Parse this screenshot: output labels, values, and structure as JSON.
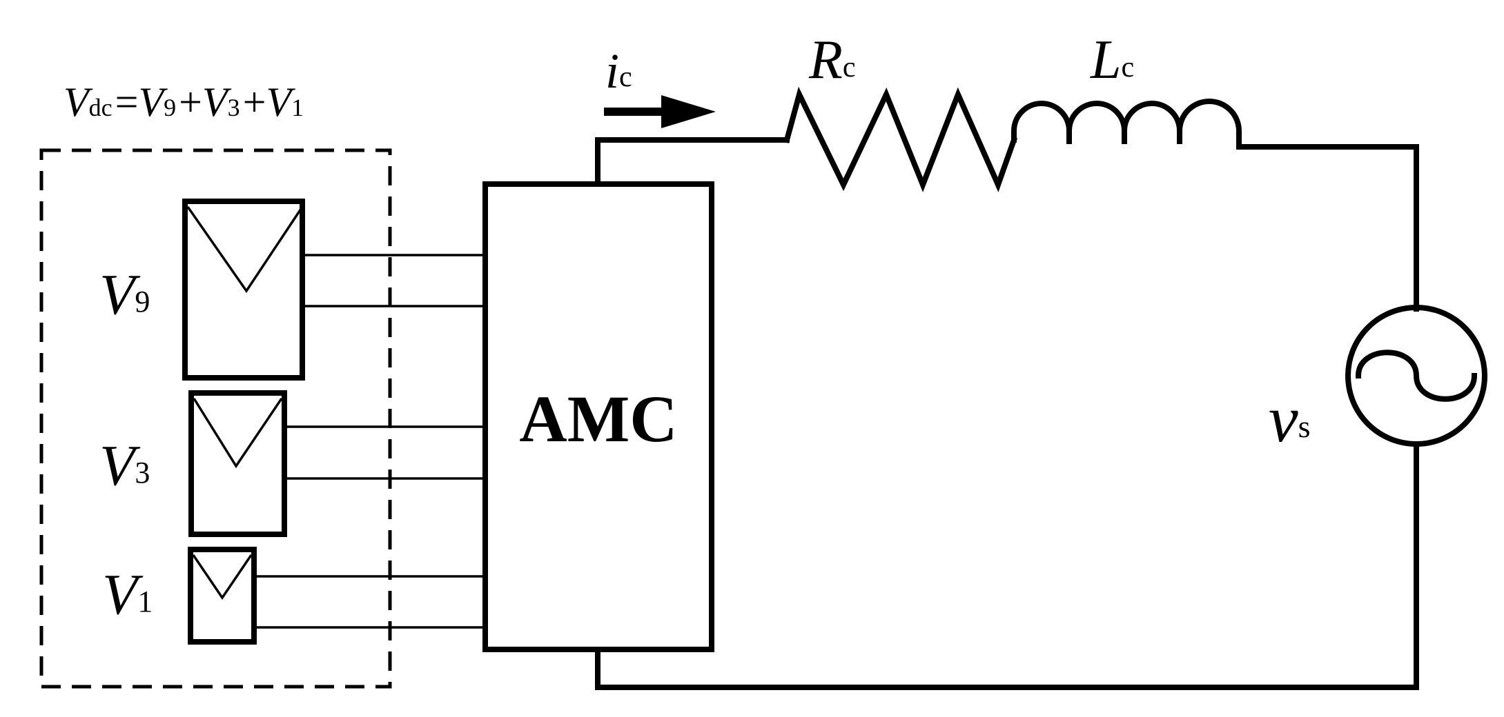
{
  "dc_bus_equation": {
    "parts": [
      {
        "main": "V",
        "sub": "dc"
      },
      {
        "op": "="
      },
      {
        "main": "V",
        "sub": "9"
      },
      {
        "op": "+"
      },
      {
        "main": "V",
        "sub": "3"
      },
      {
        "op": "+"
      },
      {
        "main": "V",
        "sub": "1"
      }
    ]
  },
  "sources": [
    {
      "id": "V9",
      "main": "V",
      "sub": "9"
    },
    {
      "id": "V3",
      "main": "V",
      "sub": "3"
    },
    {
      "id": "V1",
      "main": "V",
      "sub": "1"
    }
  ],
  "converter": {
    "label": "AMC"
  },
  "current": {
    "main": "i",
    "sub": "c"
  },
  "resistor": {
    "main": "R",
    "sub": "c"
  },
  "inductor": {
    "main": "L",
    "sub": "c"
  },
  "ac_source": {
    "main": "v",
    "sub": "s"
  }
}
